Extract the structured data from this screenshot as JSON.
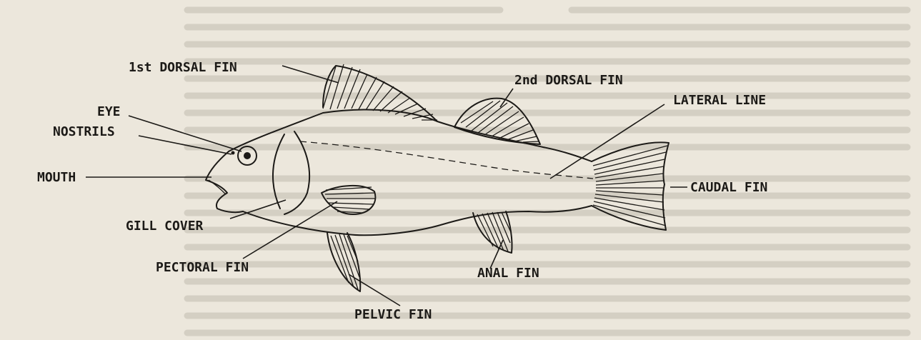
{
  "diagram": {
    "labels": {
      "first_dorsal_fin": "1st DORSAL FIN",
      "second_dorsal_fin": "2nd DORSAL FIN",
      "eye": "EYE",
      "nostrils": "NOSTRILS",
      "lateral_line": "LATERAL LINE",
      "mouth": "MOUTH",
      "caudal_fin": "CAUDAL FIN",
      "gill_cover": "GILL COVER",
      "pectoral_fin": "PECTORAL FIN",
      "anal_fin": "ANAL FIN",
      "pelvic_fin": "PELVIC FIN"
    }
  },
  "colors": {
    "paper": "#ece7dc",
    "ink": "#1c1a17",
    "bleed_text": "#b9b3a7"
  }
}
